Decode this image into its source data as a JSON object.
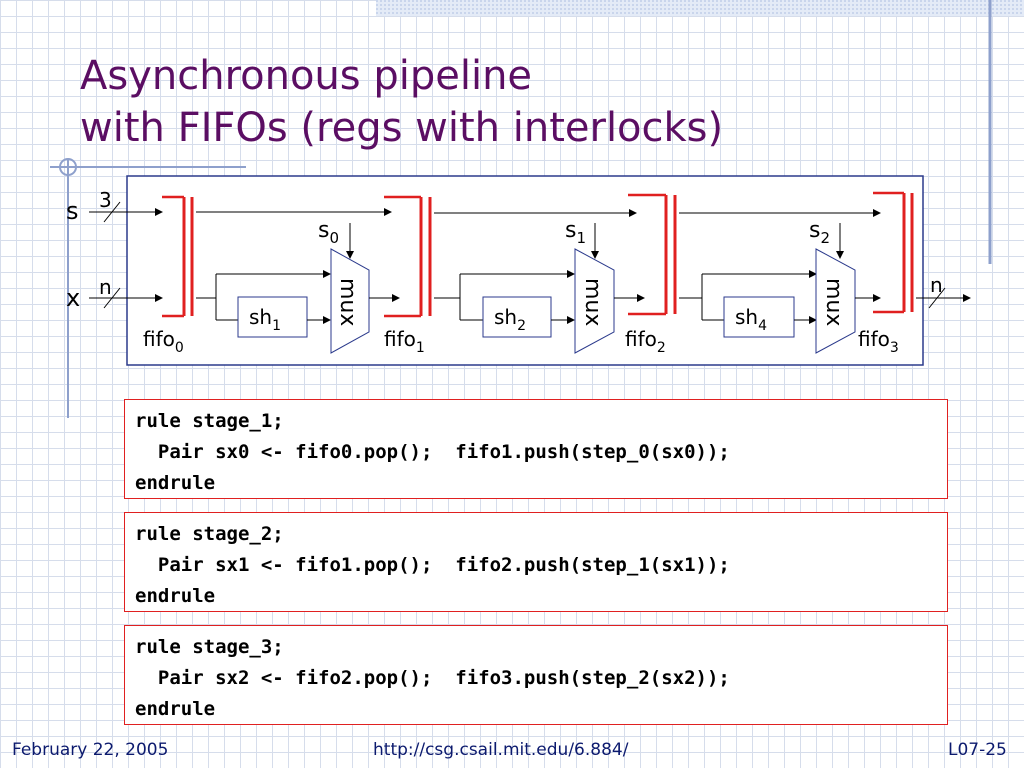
{
  "slide": {
    "title_line1": "Asynchronous pipeline",
    "title_line2": "with FIFOs (regs with interlocks)"
  },
  "diagram": {
    "input_s": "s",
    "input_s_width": "3",
    "input_x": "x",
    "input_x_width": "n",
    "output_width": "n",
    "fifo_base": "fifo",
    "fifos": [
      "0",
      "1",
      "2",
      "3"
    ],
    "sh_base": "sh",
    "shifters": [
      "1",
      "2",
      "4"
    ],
    "sel_base": "s",
    "selects": [
      "0",
      "1",
      "2"
    ],
    "mux_label": "mux"
  },
  "code_blocks": [
    {
      "lines": [
        "rule stage_1;",
        "  Pair sx0 <- fifo0.pop();  fifo1.push(step_0(sx0));",
        "endrule"
      ]
    },
    {
      "lines": [
        "rule stage_2;",
        "  Pair sx1 <- fifo1.pop();  fifo2.push(step_1(sx1));",
        "endrule"
      ]
    },
    {
      "lines": [
        "rule stage_3;",
        "  Pair sx2 <- fifo2.pop();  fifo3.push(step_2(sx2));",
        "endrule"
      ]
    }
  ],
  "footer": {
    "date": "February 22, 2005",
    "url": "http://csg.csail.mit.edu/6.884/",
    "slide_number": "L07-25"
  },
  "colors": {
    "title": "#5b0e63",
    "fifo_red": "#e02020",
    "box_blue": "#2b3a8c",
    "footer": "#0c1a6e"
  }
}
